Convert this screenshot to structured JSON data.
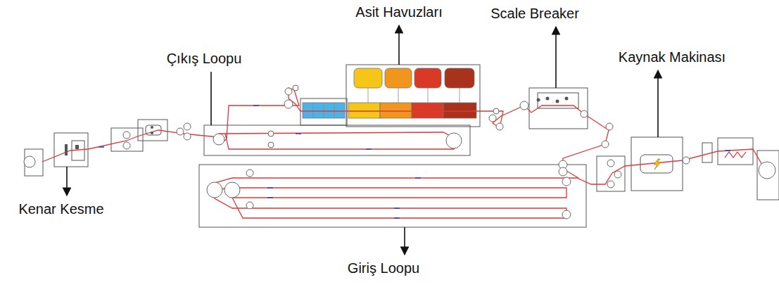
{
  "diagram": {
    "labels": [
      "Asit Havuzları",
      "Scale Breaker",
      "Çıkış Loopu",
      "Kaynak Makinası",
      "Kenar Kesme",
      "Giriş Loopu"
    ]
  }
}
